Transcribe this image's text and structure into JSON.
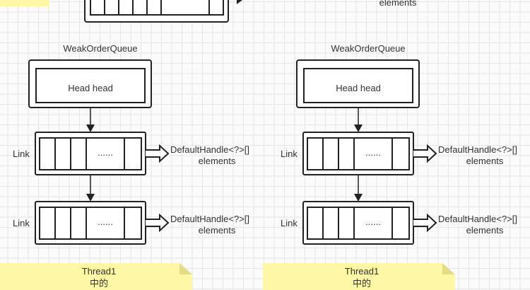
{
  "top_partial": {
    "elements_label": "elements"
  },
  "queues": [
    {
      "title": "WeakOrderQueue",
      "head_label": "Head head",
      "links": [
        {
          "label": "Link",
          "dots": "......",
          "target_type": "DefaultHandle<?>[]",
          "target_name": "elements"
        },
        {
          "label": "Link",
          "dots": "......",
          "target_type": "DefaultHandle<?>[]",
          "target_name": "elements"
        }
      ],
      "note": {
        "line1": "Thread1",
        "line2": "中的"
      }
    },
    {
      "title": "WeakOrderQueue",
      "head_label": "Head head",
      "links": [
        {
          "label": "Link",
          "dots": "......",
          "target_type": "DefaultHandle<?>[]",
          "target_name": "elements"
        },
        {
          "label": "Link",
          "dots": "......",
          "target_type": "DefaultHandle<?>[]",
          "target_name": "elements"
        }
      ],
      "note": {
        "line1": "Thread1",
        "line2": "中的"
      }
    }
  ],
  "colors": {
    "note_fill": "#fdf7a6",
    "note_fold": "#e3dc84",
    "stroke": "#222222"
  }
}
